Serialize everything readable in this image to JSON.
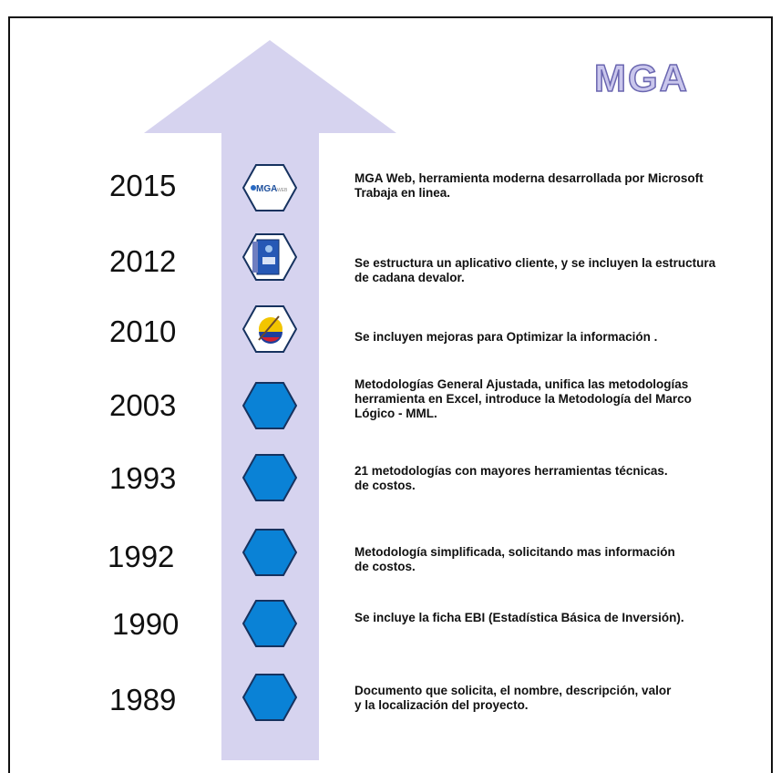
{
  "title": "MGA",
  "colors": {
    "arrow": "#d6d3ef",
    "hexagon_fill": "#0a82d6",
    "hexagon_stroke": "#16325f",
    "title_fill": "#c9c6ec",
    "title_stroke": "#6a66b0"
  },
  "milestones": [
    {
      "year": "2015",
      "icon": "mga-web-logo-icon",
      "icon_text": "MGA",
      "lines": [
        "MGA Web, herramienta moderna desarrollada por Microsoft",
        "Trabaja en linea."
      ]
    },
    {
      "year": "2012",
      "icon": "mga-software-box-icon",
      "lines": [
        "Se estructura un aplicativo cliente, y se incluyen la estructura",
        "de cadana devalor."
      ]
    },
    {
      "year": "2010",
      "icon": "colombia-flag-pen-icon",
      "lines": [
        "Se incluyen mejoras para Optimizar la información ."
      ]
    },
    {
      "year": "2003",
      "icon": "hexagon-icon",
      "lines": [
        "Metodologías General Ajustada, unifica las metodologías",
        "herramienta en Excel, introduce la Metodología del Marco",
        "Lógico - MML."
      ]
    },
    {
      "year": "1993",
      "icon": "hexagon-icon",
      "lines": [
        "21 metodologías con mayores herramientas técnicas.",
        "de costos."
      ]
    },
    {
      "year": "1992",
      "icon": "hexagon-icon",
      "lines": [
        "Metodología simplificada, solicitando mas información",
        "de costos."
      ]
    },
    {
      "year": "1990",
      "icon": "hexagon-icon",
      "lines": [
        "Se incluye la ficha EBI (Estadística Básica de Inversión)."
      ]
    },
    {
      "year": "1989",
      "icon": "hexagon-icon",
      "lines": [
        "Documento que solicita, el nombre, descripción, valor",
        "y la localización del proyecto."
      ]
    }
  ]
}
